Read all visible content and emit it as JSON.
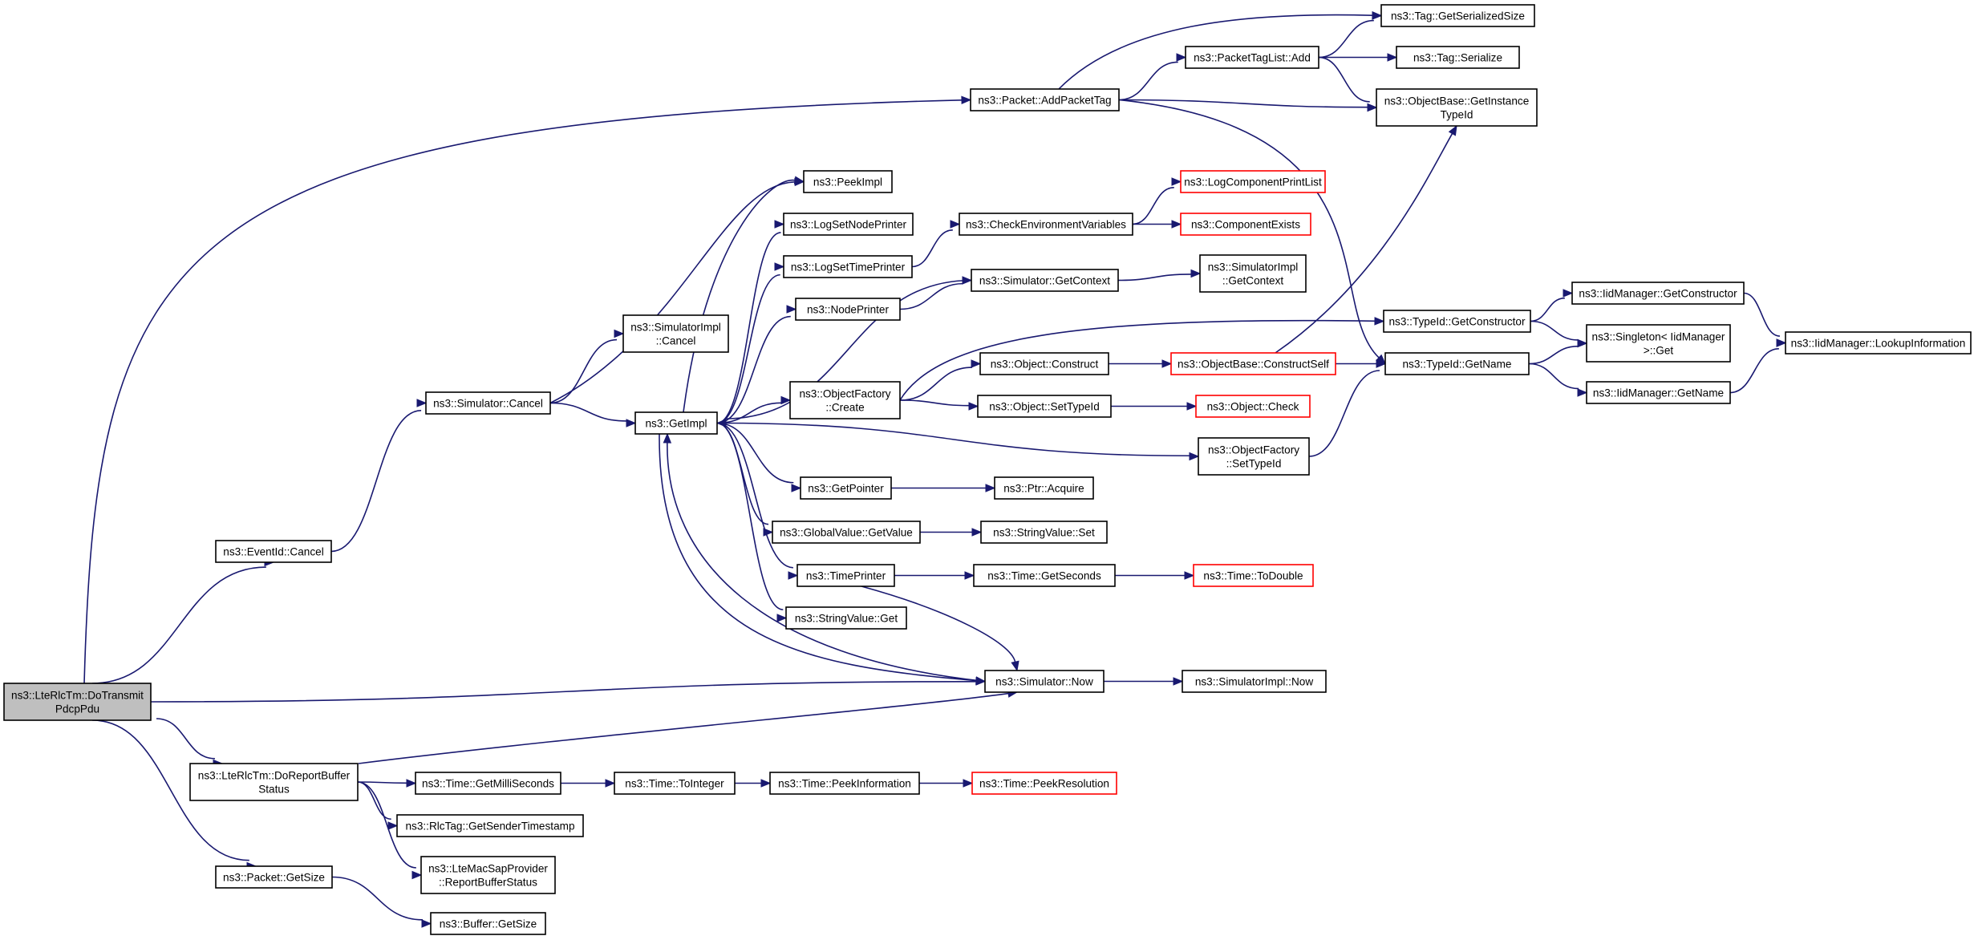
{
  "graph": {
    "colors": {
      "edge": "#191970",
      "node_border": "#000000",
      "node_fill": "#ffffff",
      "root_fill": "#bfbfbf",
      "truncated_border": "#ff0000"
    },
    "nodes": [
      {
        "id": "root",
        "lines": [
          "ns3::LteRlcTm::DoTransmit",
          "PdcpPdu"
        ],
        "style": "root"
      },
      {
        "id": "addPacketTag",
        "lines": [
          "ns3::Packet::AddPacketTag"
        ]
      },
      {
        "id": "tagGetSerializedSize",
        "lines": [
          "ns3::Tag::GetSerializedSize"
        ]
      },
      {
        "id": "packetTagListAdd",
        "lines": [
          "ns3::PacketTagList::Add"
        ]
      },
      {
        "id": "tagSerialize",
        "lines": [
          "ns3::Tag::Serialize"
        ]
      },
      {
        "id": "getInstanceTypeId",
        "lines": [
          "ns3::ObjectBase::GetInstance",
          "TypeId"
        ]
      },
      {
        "id": "peekImpl",
        "lines": [
          "ns3::PeekImpl"
        ]
      },
      {
        "id": "logComponentPrintList",
        "lines": [
          "ns3::LogComponentPrintList"
        ],
        "style": "truncated"
      },
      {
        "id": "logSetNodePrinter",
        "lines": [
          "ns3::LogSetNodePrinter"
        ]
      },
      {
        "id": "checkEnvVars",
        "lines": [
          "ns3::CheckEnvironmentVariables"
        ]
      },
      {
        "id": "componentExists",
        "lines": [
          "ns3::ComponentExists"
        ],
        "style": "truncated"
      },
      {
        "id": "logSetTimePrinter",
        "lines": [
          "ns3::LogSetTimePrinter"
        ]
      },
      {
        "id": "simGetContext",
        "lines": [
          "ns3::Simulator::GetContext"
        ]
      },
      {
        "id": "simImplGetContext",
        "lines": [
          "ns3::SimulatorImpl",
          "::GetContext"
        ]
      },
      {
        "id": "nodePrinter",
        "lines": [
          "ns3::NodePrinter"
        ]
      },
      {
        "id": "simImplCancel",
        "lines": [
          "ns3::SimulatorImpl",
          "::Cancel"
        ]
      },
      {
        "id": "typeIdGetConstructor",
        "lines": [
          "ns3::TypeId::GetConstructor"
        ]
      },
      {
        "id": "iidGetConstructor",
        "lines": [
          "ns3::IidManager::GetConstructor"
        ]
      },
      {
        "id": "singletonGet",
        "lines": [
          "ns3::Singleton< IidManager",
          " >::Get"
        ]
      },
      {
        "id": "iidLookup",
        "lines": [
          "ns3::IidManager::LookupInformation"
        ]
      },
      {
        "id": "objectFactoryCreate",
        "lines": [
          "ns3::ObjectFactory",
          "::Create"
        ]
      },
      {
        "id": "objectConstruct",
        "lines": [
          "ns3::Object::Construct"
        ]
      },
      {
        "id": "constructSelf",
        "lines": [
          "ns3::ObjectBase::ConstructSelf"
        ],
        "style": "truncated"
      },
      {
        "id": "typeIdGetName",
        "lines": [
          "ns3::TypeId::GetName"
        ]
      },
      {
        "id": "simCancel",
        "lines": [
          "ns3::Simulator::Cancel"
        ]
      },
      {
        "id": "getImpl",
        "lines": [
          "ns3::GetImpl"
        ]
      },
      {
        "id": "objectSetTypeId",
        "lines": [
          "ns3::Object::SetTypeId"
        ]
      },
      {
        "id": "objectCheck",
        "lines": [
          "ns3::Object::Check"
        ],
        "style": "truncated"
      },
      {
        "id": "iidGetName",
        "lines": [
          "ns3::IidManager::GetName"
        ]
      },
      {
        "id": "objectFactorySetTypeId",
        "lines": [
          "ns3::ObjectFactory",
          "::SetTypeId"
        ]
      },
      {
        "id": "getPointer",
        "lines": [
          "ns3::GetPointer"
        ]
      },
      {
        "id": "ptrAcquire",
        "lines": [
          "ns3::Ptr::Acquire"
        ]
      },
      {
        "id": "eventIdCancel",
        "lines": [
          "ns3::EventId::Cancel"
        ]
      },
      {
        "id": "globalValueGetValue",
        "lines": [
          "ns3::GlobalValue::GetValue"
        ]
      },
      {
        "id": "stringValueSet",
        "lines": [
          "ns3::StringValue::Set"
        ]
      },
      {
        "id": "timePrinter",
        "lines": [
          "ns3::TimePrinter"
        ]
      },
      {
        "id": "timeGetSeconds",
        "lines": [
          "ns3::Time::GetSeconds"
        ]
      },
      {
        "id": "timeToDouble",
        "lines": [
          "ns3::Time::ToDouble"
        ],
        "style": "truncated"
      },
      {
        "id": "stringValueGet",
        "lines": [
          "ns3::StringValue::Get"
        ]
      },
      {
        "id": "simNow",
        "lines": [
          "ns3::Simulator::Now"
        ]
      },
      {
        "id": "simImplNow",
        "lines": [
          "ns3::SimulatorImpl::Now"
        ]
      },
      {
        "id": "doReportBufferStatus",
        "lines": [
          "ns3::LteRlcTm::DoReportBuffer",
          "Status"
        ]
      },
      {
        "id": "timeGetMilliSeconds",
        "lines": [
          "ns3::Time::GetMilliSeconds"
        ]
      },
      {
        "id": "timeToInteger",
        "lines": [
          "ns3::Time::ToInteger"
        ]
      },
      {
        "id": "timePeekInformation",
        "lines": [
          "ns3::Time::PeekInformation"
        ]
      },
      {
        "id": "timePeekResolution",
        "lines": [
          "ns3::Time::PeekResolution"
        ],
        "style": "truncated"
      },
      {
        "id": "rlcTagGetSenderTimestamp",
        "lines": [
          "ns3::RlcTag::GetSenderTimestamp"
        ]
      },
      {
        "id": "macSapReportBufferStatus",
        "lines": [
          "ns3::LteMacSapProvider",
          "::ReportBufferStatus"
        ]
      },
      {
        "id": "packetGetSize",
        "lines": [
          "ns3::Packet::GetSize"
        ]
      },
      {
        "id": "bufferGetSize",
        "lines": [
          "ns3::Buffer::GetSize"
        ]
      }
    ],
    "edges": [
      [
        "root",
        "addPacketTag"
      ],
      [
        "root",
        "eventIdCancel"
      ],
      [
        "root",
        "simNow"
      ],
      [
        "root",
        "doReportBufferStatus"
      ],
      [
        "root",
        "packetGetSize"
      ],
      [
        "addPacketTag",
        "tagGetSerializedSize"
      ],
      [
        "addPacketTag",
        "packetTagListAdd"
      ],
      [
        "addPacketTag",
        "getInstanceTypeId"
      ],
      [
        "addPacketTag",
        "typeIdGetName"
      ],
      [
        "packetTagListAdd",
        "tagGetSerializedSize"
      ],
      [
        "packetTagListAdd",
        "tagSerialize"
      ],
      [
        "packetTagListAdd",
        "getInstanceTypeId"
      ],
      [
        "eventIdCancel",
        "simCancel"
      ],
      [
        "simCancel",
        "simImplCancel"
      ],
      [
        "simCancel",
        "getImpl"
      ],
      [
        "simCancel",
        "peekImpl"
      ],
      [
        "getImpl",
        "peekImpl"
      ],
      [
        "getImpl",
        "logSetNodePrinter"
      ],
      [
        "getImpl",
        "logSetTimePrinter"
      ],
      [
        "getImpl",
        "nodePrinter"
      ],
      [
        "getImpl",
        "objectFactoryCreate"
      ],
      [
        "getImpl",
        "objectFactorySetTypeId"
      ],
      [
        "getImpl",
        "getPointer"
      ],
      [
        "getImpl",
        "globalValueGetValue"
      ],
      [
        "getImpl",
        "timePrinter"
      ],
      [
        "getImpl",
        "stringValueGet"
      ],
      [
        "getImpl",
        "simNow"
      ],
      [
        "simGetContext",
        "getImpl"
      ],
      [
        "simGetContext",
        "simImplGetContext"
      ],
      [
        "logSetTimePrinter",
        "checkEnvVars"
      ],
      [
        "checkEnvVars",
        "logComponentPrintList"
      ],
      [
        "checkEnvVars",
        "componentExists"
      ],
      [
        "nodePrinter",
        "simGetContext"
      ],
      [
        "objectFactoryCreate",
        "typeIdGetConstructor"
      ],
      [
        "objectFactoryCreate",
        "objectConstruct"
      ],
      [
        "objectFactoryCreate",
        "objectSetTypeId"
      ],
      [
        "objectConstruct",
        "constructSelf"
      ],
      [
        "constructSelf",
        "getInstanceTypeId"
      ],
      [
        "constructSelf",
        "typeIdGetName"
      ],
      [
        "typeIdGetConstructor",
        "iidGetConstructor"
      ],
      [
        "typeIdGetConstructor",
        "singletonGet"
      ],
      [
        "iidGetConstructor",
        "iidLookup"
      ],
      [
        "typeIdGetName",
        "singletonGet"
      ],
      [
        "typeIdGetName",
        "iidGetName"
      ],
      [
        "iidGetName",
        "iidLookup"
      ],
      [
        "objectSetTypeId",
        "objectCheck"
      ],
      [
        "objectFactorySetTypeId",
        "typeIdGetName"
      ],
      [
        "getPointer",
        "ptrAcquire"
      ],
      [
        "globalValueGetValue",
        "stringValueSet"
      ],
      [
        "timePrinter",
        "timeGetSeconds"
      ],
      [
        "timePrinter",
        "simNow"
      ],
      [
        "timeGetSeconds",
        "timeToDouble"
      ],
      [
        "simNow",
        "getImpl"
      ],
      [
        "simNow",
        "simImplNow"
      ],
      [
        "doReportBufferStatus",
        "simNow"
      ],
      [
        "doReportBufferStatus",
        "timeGetMilliSeconds"
      ],
      [
        "doReportBufferStatus",
        "rlcTagGetSenderTimestamp"
      ],
      [
        "doReportBufferStatus",
        "macSapReportBufferStatus"
      ],
      [
        "timeGetMilliSeconds",
        "timeToInteger"
      ],
      [
        "timeToInteger",
        "timePeekInformation"
      ],
      [
        "timePeekInformation",
        "timePeekResolution"
      ],
      [
        "packetGetSize",
        "bufferGetSize"
      ]
    ]
  }
}
